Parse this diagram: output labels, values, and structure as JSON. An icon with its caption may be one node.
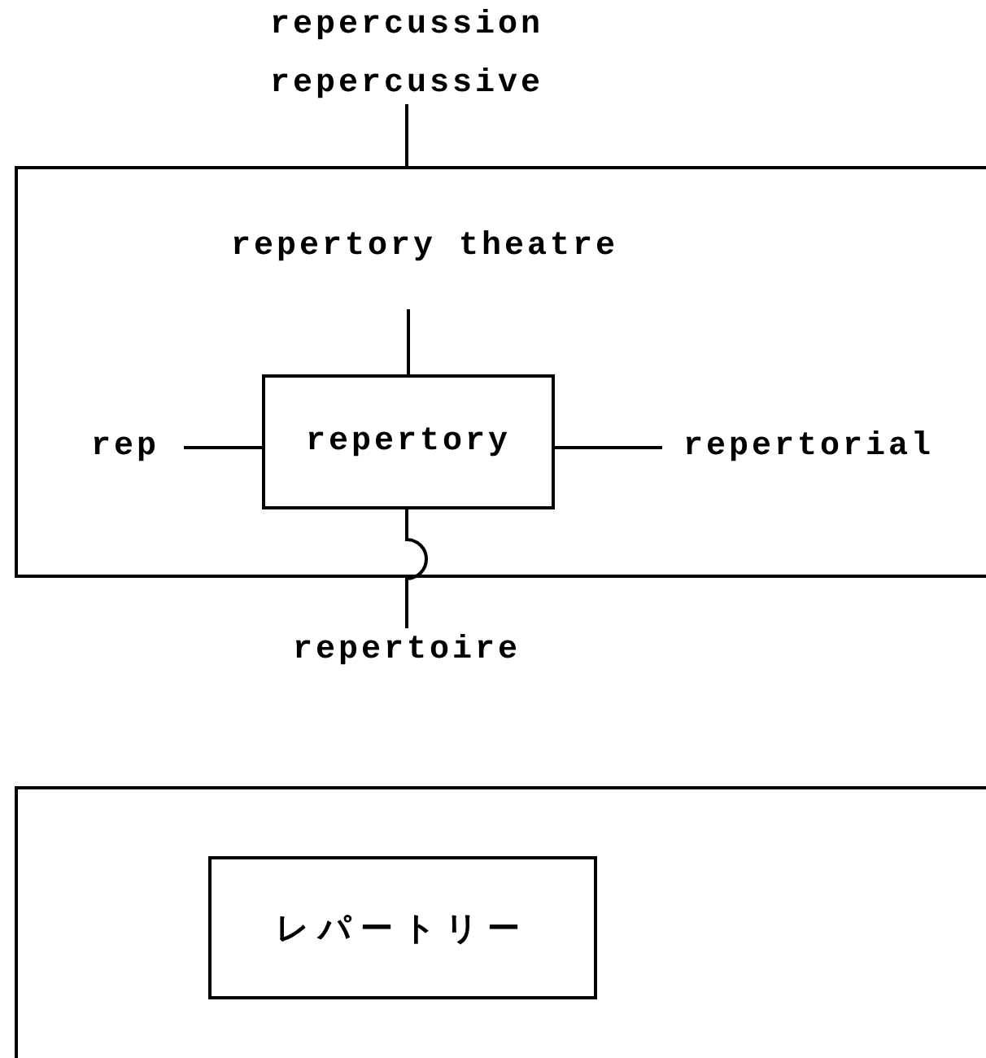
{
  "diagram": {
    "nodes": [
      {
        "text": [
          "repercussion",
          "repercussive"
        ]
      },
      {
        "text": [],
        "shape": "box"
      },
      {
        "text": [
          "repertory theatre"
        ],
        "in": 1
      },
      {
        "text": [
          "rep"
        ],
        "in": 1
      },
      {
        "text": [
          "repertory"
        ],
        "in": 1
      },
      {
        "text": [
          "repertorial"
        ],
        "in": 1
      },
      {
        "text": [
          "repertoire"
        ]
      },
      {
        "text": [],
        "shape": "box"
      },
      {
        "text": [
          "レパートリー"
        ],
        "in": 7
      }
    ],
    "edges": [
      {
        "from": 0,
        "to": 1,
        "arrow": "none"
      },
      {
        "from": 2,
        "to": 4,
        "arrow": "none"
      },
      {
        "from": 3,
        "to": 4,
        "arrow": "none"
      },
      {
        "from": 4,
        "to": 5,
        "arrow": "none"
      },
      {
        "from": 4,
        "to": 6,
        "arrow": "none"
      }
    ]
  }
}
